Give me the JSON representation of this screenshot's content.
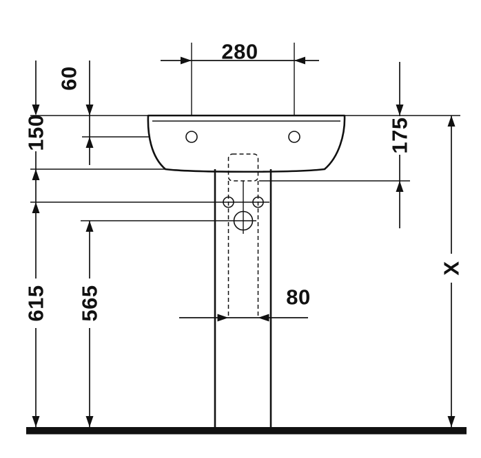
{
  "drawing": {
    "type": "technical-dimension-drawing",
    "subject": "pedestal washbasin front elevation",
    "colors": {
      "ink": "#111111",
      "background": "#ffffff"
    },
    "dims": {
      "tap_hole_spacing": "280",
      "rim_to_tap_holes": "60",
      "rim_to_overflow": "150",
      "rim_to_siphon_cover": "175",
      "floor_to_fixing_holes": "615",
      "floor_to_siphon_center": "565",
      "fixing_hole_spacing": "80",
      "installation_height": "X"
    }
  }
}
